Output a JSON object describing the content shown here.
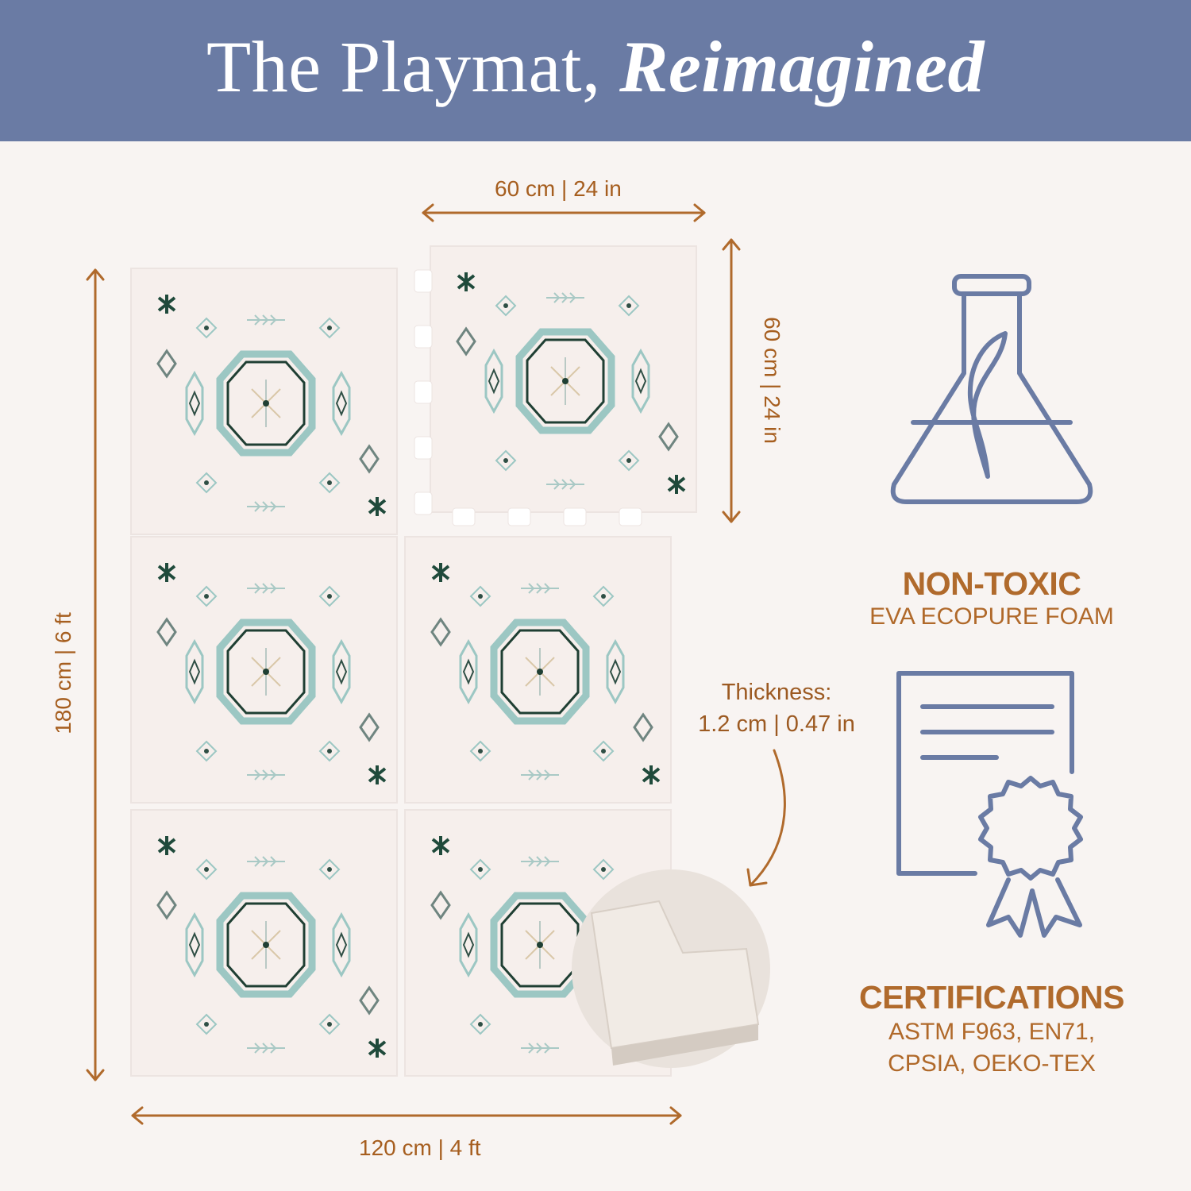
{
  "header": {
    "title_plain": "The Playmat,",
    "title_italic": "Reimagined"
  },
  "dimensions": {
    "top_width": "60 cm | 24 in",
    "right_height": "60 cm | 24 in",
    "left_height": "180 cm | 6 ft",
    "bottom_width": "120 cm | 4 ft"
  },
  "thickness": {
    "label": "Thickness:",
    "value": "1.2 cm | 0.47 in"
  },
  "features": [
    {
      "title": "NON-TOXIC",
      "subtitle": "EVA ECOPURE FOAM",
      "icon": "flask-leaf-icon"
    },
    {
      "title": "CERTIFICATIONS",
      "subtitle_line1": "ASTM F963, EN71,",
      "subtitle_line2": "CPSIA, OEKO-TEX",
      "icon": "certificate-ribbon-icon"
    }
  ],
  "colors": {
    "banner": "#6a7ba4",
    "accent_text": "#b06a2c",
    "icon_stroke": "#6a7ba4",
    "mat_pattern_dark": "#1f4a3b",
    "mat_pattern_light": "#9cc7c3"
  }
}
